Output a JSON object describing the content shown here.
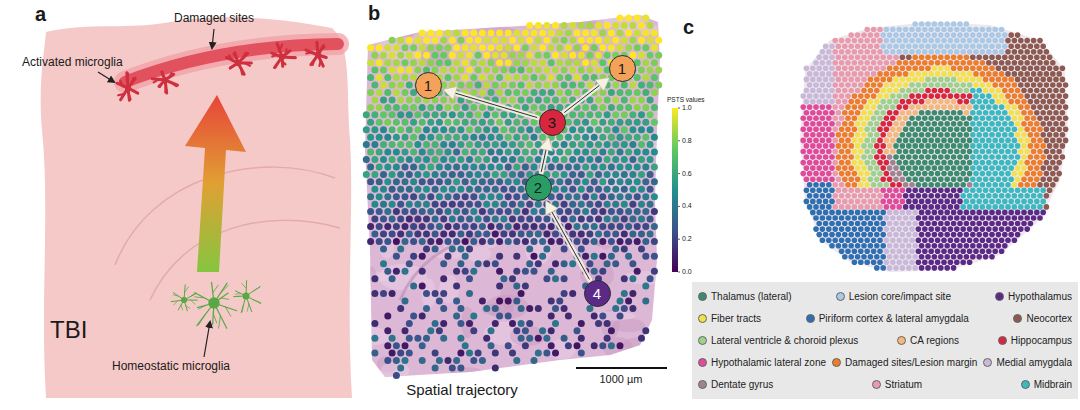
{
  "diagram": {
    "nodes": [
      {
        "text": [
          "1"
        ]
      },
      {
        "text": [
          "1"
        ]
      },
      {
        "text": [
          "3"
        ]
      },
      {
        "text": [
          "2"
        ]
      },
      {
        "text": [
          "4"
        ]
      }
    ],
    "edges": [
      {
        "from": 4,
        "to": 3,
        "arrow": "to"
      },
      {
        "from": 3,
        "to": 2,
        "arrow": "to"
      },
      {
        "from": 2,
        "to": 0,
        "arrow": "to"
      },
      {
        "from": 2,
        "to": 1,
        "arrow": "to"
      }
    ],
    "labels": [
      "a",
      "Damaged sites",
      "Activated microglia",
      "TBI",
      "Homeostatic microglia",
      "b",
      "PSTS values",
      "1.0",
      "0.8",
      "0.6",
      "0.4",
      "0.2",
      "0.0",
      "1000 µm",
      "Spatial trajectory",
      "c"
    ],
    "legend": [
      {
        "text": "Thalamus (lateral)",
        "color": "#3d8b6e"
      },
      {
        "text": "Lesion core/impact site",
        "color": "#a9c9e6"
      },
      {
        "text": "Hypothalamus",
        "color": "#5b2a86"
      },
      {
        "text": "Fiber tracts",
        "color": "#f3e14b"
      },
      {
        "text": "Piriform cortex & lateral amygdala",
        "color": "#2d6fb0"
      },
      {
        "text": "Neocortex",
        "color": "#8c5a50"
      },
      {
        "text": "Lateral ventricle & choroid plexus",
        "color": "#9fd08c"
      },
      {
        "text": "CA regions",
        "color": "#f4b87c"
      },
      {
        "text": "Hippocampus",
        "color": "#d7263d"
      },
      {
        "text": "Hypothalamic lateral zone",
        "color": "#e04a9b"
      },
      {
        "text": "Damaged sites/Lesion margin",
        "color": "#ee7d2b"
      },
      {
        "text": "Medial amygdala",
        "color": "#c9b9d9"
      },
      {
        "text": "Dentate gyrus",
        "color": "#9f8391"
      },
      {
        "text": "Striatum",
        "color": "#e99bae"
      },
      {
        "text": "Midbrain",
        "color": "#3bb9c1"
      }
    ]
  }
}
